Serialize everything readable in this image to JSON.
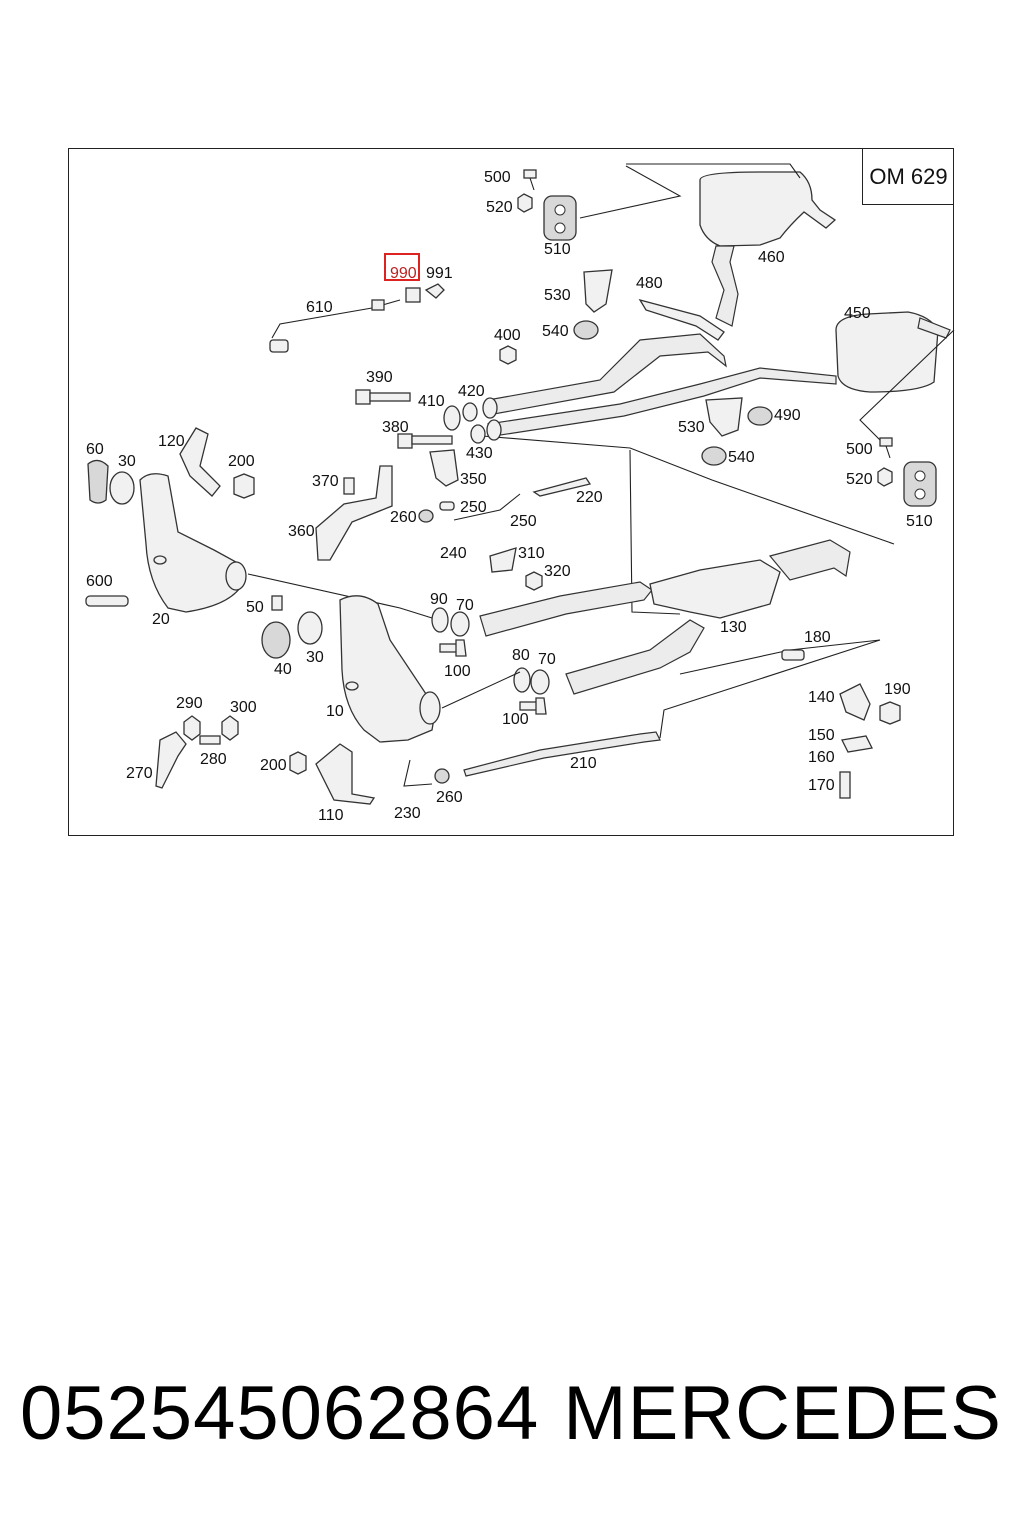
{
  "engine_code": "OM 629",
  "highlighted_part": "990",
  "part_number": "05254506286",
  "part_number_suffix": "4",
  "brand": "MERCEDES",
  "callouts": [
    "500",
    "520",
    "510",
    "460",
    "990",
    "991",
    "610",
    "530",
    "480",
    "540",
    "450",
    "400",
    "390",
    "410",
    "420",
    "380",
    "430",
    "530",
    "490",
    "540",
    "500",
    "520",
    "510",
    "60",
    "30",
    "120",
    "200",
    "370",
    "350",
    "260",
    "250",
    "250",
    "220",
    "360",
    "240",
    "310",
    "320",
    "600",
    "20",
    "50",
    "90",
    "70",
    "130",
    "180",
    "40",
    "30",
    "100",
    "80",
    "70",
    "10",
    "100",
    "140",
    "190",
    "290",
    "300",
    "150",
    "160",
    "270",
    "280",
    "200",
    "210",
    "170",
    "110",
    "230",
    "260"
  ]
}
